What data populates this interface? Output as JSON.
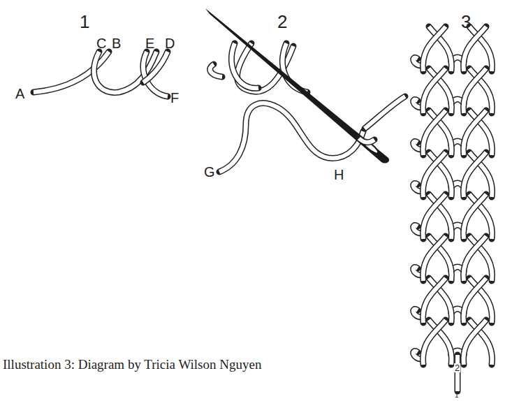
{
  "diagram": {
    "caption": "Illustration 3: Diagram by Tricia Wilson Nguyen",
    "labels": [
      "1",
      "2",
      "3",
      "C",
      "B",
      "E",
      "D",
      "A",
      "F",
      "G",
      "H",
      "2",
      "1"
    ]
  }
}
